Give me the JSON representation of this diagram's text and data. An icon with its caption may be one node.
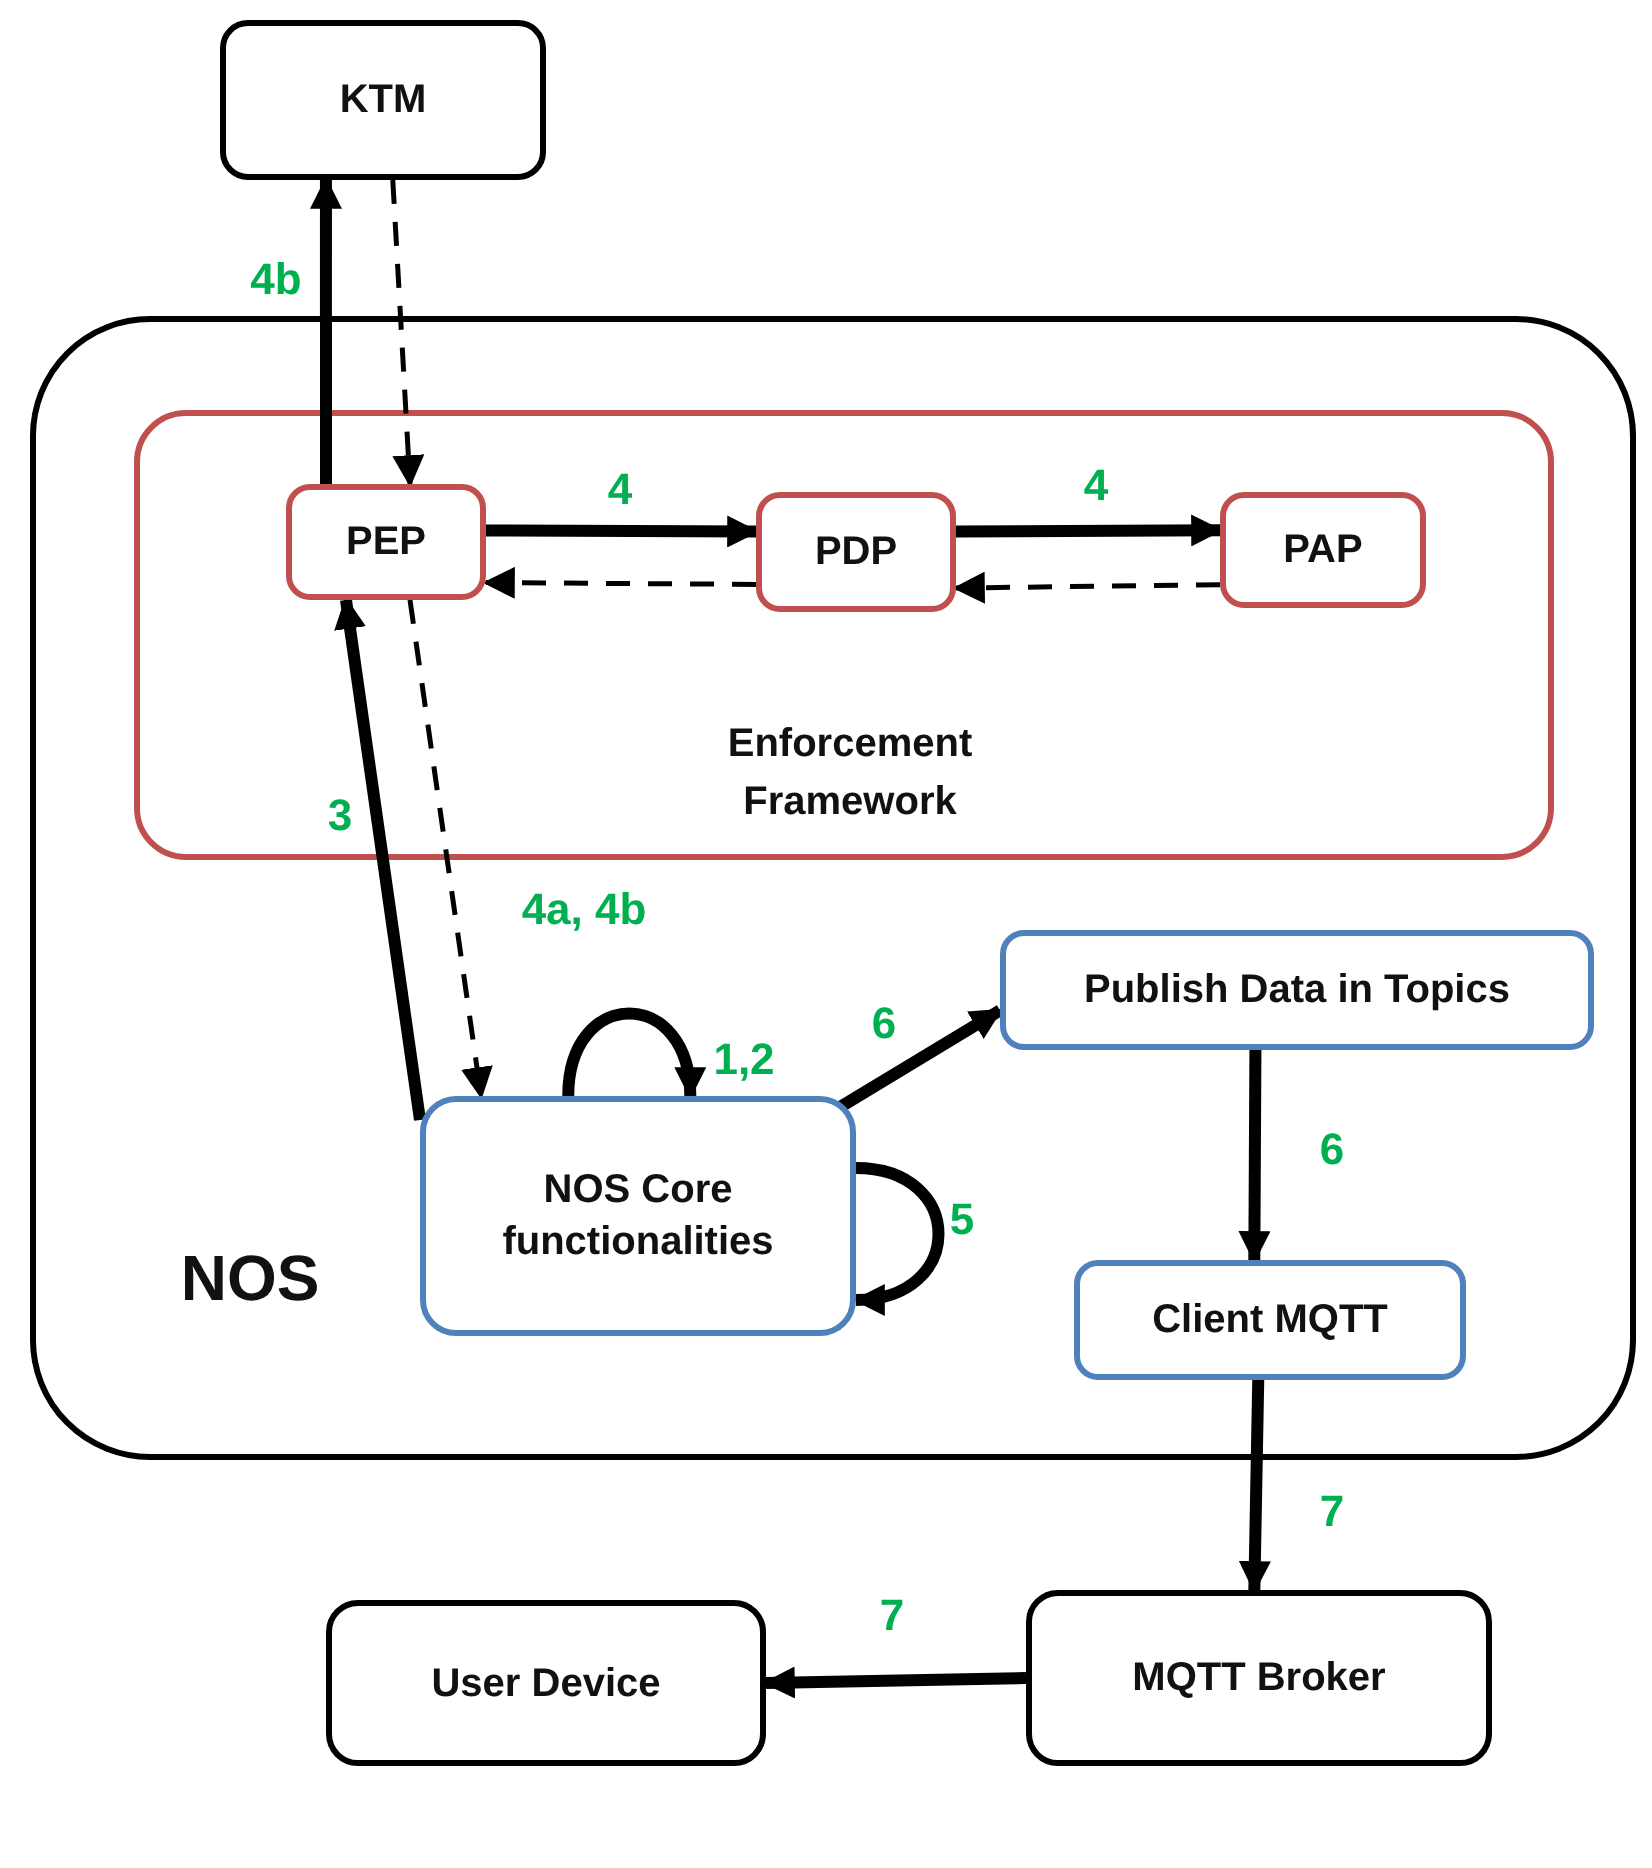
{
  "diagram": {
    "nodes": [
      {
        "text": [
          "KTM"
        ]
      },
      {
        "text": [
          "NOS"
        ]
      },
      {
        "text": [
          "Enforcement Framework"
        ],
        "in": 1
      },
      {
        "text": [
          "PEP"
        ],
        "in": 2
      },
      {
        "text": [
          "PDP"
        ],
        "in": 2
      },
      {
        "text": [
          "PAP"
        ],
        "in": 2
      },
      {
        "text": [
          "NOS Core functionalities"
        ],
        "in": 1
      },
      {
        "text": [
          "Publish Data in Topics"
        ],
        "in": 1
      },
      {
        "text": [
          "Client MQTT"
        ],
        "in": 1
      },
      {
        "text": [
          "MQTT Broker"
        ]
      },
      {
        "text": [
          "User Device"
        ]
      }
    ],
    "edges": [
      {
        "from": 3,
        "to": 0,
        "arrow": "to",
        "label": "4b"
      },
      {
        "from": 0,
        "to": 3,
        "arrow": "to",
        "style": "dashed"
      },
      {
        "from": 3,
        "to": 4,
        "arrow": "to",
        "label": "4"
      },
      {
        "from": 4,
        "to": 3,
        "arrow": "to",
        "style": "dashed"
      },
      {
        "from": 4,
        "to": 5,
        "arrow": "to",
        "label": "4"
      },
      {
        "from": 5,
        "to": 4,
        "arrow": "to",
        "style": "dashed"
      },
      {
        "from": 6,
        "to": 3,
        "arrow": "to",
        "label": "3"
      },
      {
        "from": 3,
        "to": 6,
        "arrow": "to",
        "style": "dashed",
        "label": "4a, 4b"
      },
      {
        "from": 6,
        "to": 6,
        "arrow": "to",
        "label": "1,2"
      },
      {
        "from": 6,
        "to": 6,
        "arrow": "to",
        "label": "5"
      },
      {
        "from": 6,
        "to": 7,
        "arrow": "to",
        "label": "6"
      },
      {
        "from": 7,
        "to": 8,
        "arrow": "to",
        "label": "6"
      },
      {
        "from": 8,
        "to": 9,
        "arrow": "to",
        "label": "7"
      },
      {
        "from": 9,
        "to": 10,
        "arrow": "to",
        "label": "7"
      }
    ]
  }
}
